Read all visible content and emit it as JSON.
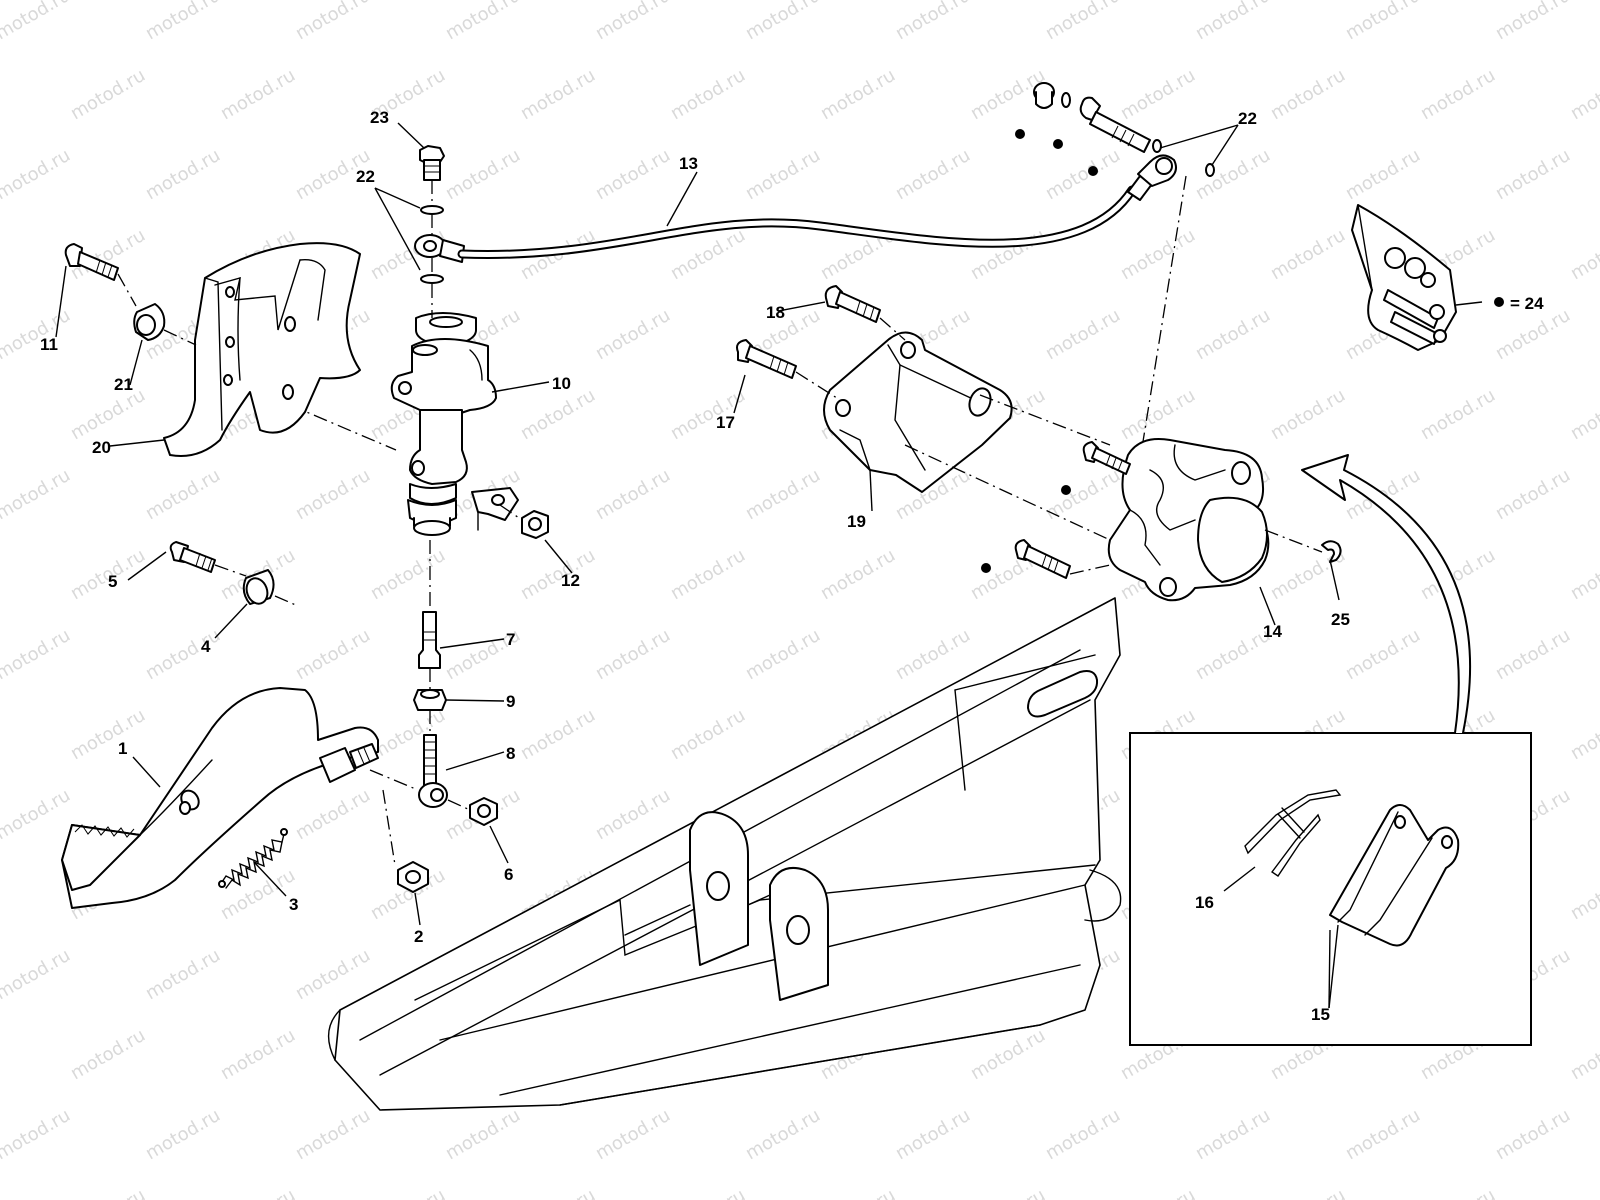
{
  "watermark": "motod.ru",
  "callouts": {
    "c1": "1",
    "c2": "2",
    "c3": "3",
    "c4": "4",
    "c5": "5",
    "c6": "6",
    "c7": "7",
    "c8": "8",
    "c9": "9",
    "c10": "10",
    "c11": "11",
    "c12": "12",
    "c13": "13",
    "c14": "14",
    "c15": "15",
    "c16": "16",
    "c17": "17",
    "c18": "18",
    "c19": "19",
    "c20": "20",
    "c21": "21",
    "c22a": "22",
    "c22b": "22",
    "c23": "23",
    "c25": "25"
  },
  "legend": {
    "text": "= 24",
    "marker_icon": "bullet-dot"
  },
  "colors": {
    "line": "#000000",
    "watermark": "#d9d9d9",
    "background": "#ffffff"
  }
}
